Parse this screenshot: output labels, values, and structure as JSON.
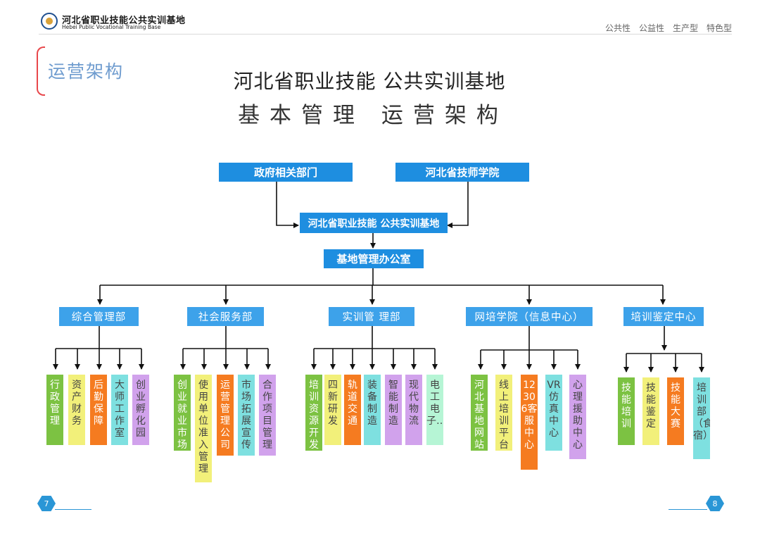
{
  "header": {
    "logo_cn": "河北省职业技能公共实训基地",
    "logo_en": "Hebei Public Vocational Training Base",
    "tags": [
      "公共性",
      "公益性",
      "生产型",
      "特色型"
    ]
  },
  "section_title": "运营架构",
  "title_line1": "河北省职业技能  公共实训基地",
  "title_line2": "基本管理 运营架构",
  "top": {
    "gov": "政府相关部门",
    "college": "河北省技师学院",
    "base": "河北省职业技能 公共实训基地",
    "office": "基地管理办公室"
  },
  "departments": [
    {
      "name": "综合管理部",
      "units": [
        "行政管理",
        "资产财务",
        "后勤保障",
        "大师工作室",
        "创业孵化园"
      ]
    },
    {
      "name": "社会服务部",
      "units": [
        "创业就业市场",
        "使用单位准入管理",
        "运营管理公司",
        "市场拓展宣传",
        "合作项目管理"
      ]
    },
    {
      "name": "实训管 理部",
      "units": [
        "培训资源开发",
        "四新研发",
        "轨道交通",
        "装备制造",
        "智能制造",
        "现代物流",
        "电工电子…"
      ]
    },
    {
      "name": "网培学院（信息中心）",
      "units": [
        "河北基地网站",
        "线上培训平台",
        "12306客服中心",
        "VR仿真中心",
        "心理援助中心"
      ]
    },
    {
      "name": "培训鉴定中心",
      "units": [
        "技能培训",
        "技能鉴定",
        "技能大赛",
        "培训部（食宿）"
      ]
    }
  ],
  "colors": {
    "accent_blue": "#1e8ee0",
    "green": "#7cc242",
    "yellow": "#f2f07a",
    "orange": "#f57b20",
    "cyan": "#7ee0e0",
    "purple": "#d1a2ec",
    "mint": "#b6f5d5"
  },
  "footer": {
    "page_left": "7",
    "page_right": "8"
  }
}
